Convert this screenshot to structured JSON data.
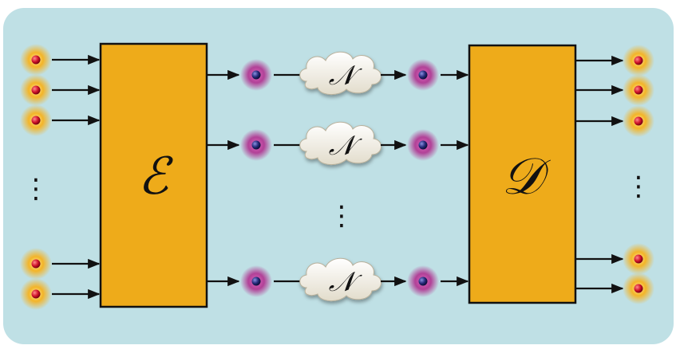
{
  "colors": {
    "background": "#bfe0e5",
    "box_fill": "#eeab1a",
    "box_stroke": "#111111",
    "input_glow": "#f6b21e",
    "input_core": "#d0142b",
    "channel_glow": "#b0308f",
    "channel_core": "#252a7a",
    "cloud_fill": "#f4f1e6",
    "arrow": "#111111"
  },
  "encoder": {
    "label": "ℰ",
    "icon": "encoder-box"
  },
  "decoder": {
    "label": "𝒟",
    "icon": "decoder-box"
  },
  "noise_channel": {
    "label": "𝒩",
    "icon": "cloud-icon"
  },
  "ellipsis": "⋮",
  "structure": {
    "input_particles": 5,
    "output_particles": 5,
    "channels": 3
  }
}
